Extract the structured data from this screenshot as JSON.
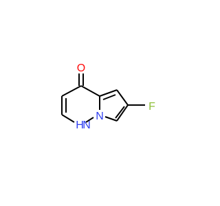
{
  "molecule": {
    "atoms": {
      "oxygen": {
        "symbol": "O",
        "color": "#ff0d0d"
      },
      "fluorine": {
        "symbol": "F",
        "color": "#8fbf3a"
      },
      "bridge_nitrogen": {
        "symbol": "N",
        "color": "#2f3ff0"
      },
      "nh_nitrogen": {
        "symbol": "N",
        "color": "#2f3ff0"
      },
      "nh_hydrogen": {
        "symbol": "H",
        "color": "#2f3ff0"
      }
    },
    "bond_color": "#000000"
  }
}
